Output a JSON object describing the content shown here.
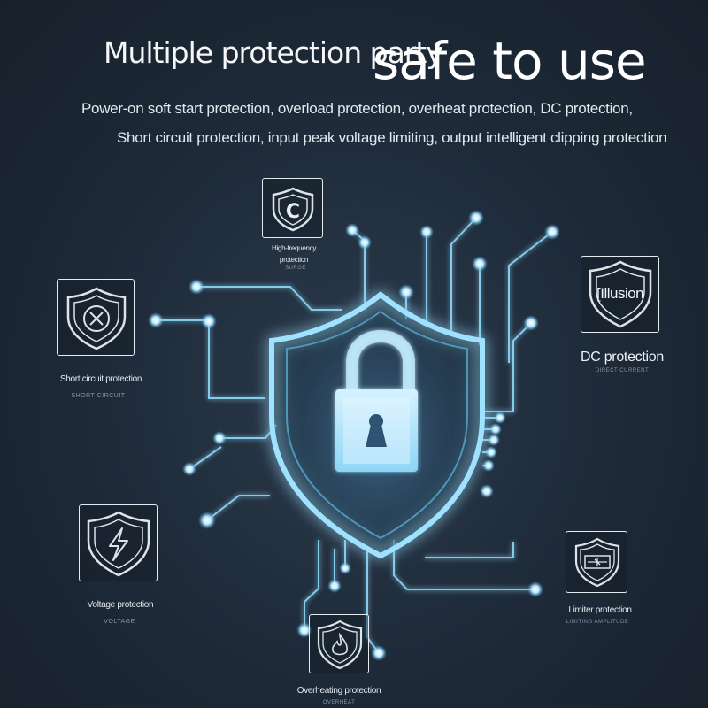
{
  "header": {
    "title": "Multiple protection party",
    "title_big": "safe to use",
    "line1": "Power-on soft start protection, overload protection, overheat protection, DC protection,",
    "line2": "Short circuit protection, input peak voltage limiting, output intelligent clipping protection"
  },
  "features": {
    "high_frequency": {
      "label": "High-frequency",
      "label2": "protection",
      "sub": "SURGE",
      "icon": "c-shield-icon"
    },
    "short_circuit": {
      "label": "Short circuit protection",
      "sub": "SHORT CIRCUIT",
      "icon": "x-circle-shield-icon"
    },
    "dc": {
      "badge_text": "[Illusion",
      "label": "DC protection",
      "sub": "DIRECT CURRENT",
      "icon": "shield-icon"
    },
    "voltage": {
      "label": "Voltage protection",
      "sub": "VOLTAGE",
      "icon": "lightning-shield-icon"
    },
    "limiter": {
      "label": "Limiter protection",
      "sub": "LIMITING AMPLITUDE",
      "icon": "limiter-shield-icon"
    },
    "overheating": {
      "label": "Overheating protection",
      "sub": "OVERHEAT",
      "icon": "flame-shield-icon"
    }
  },
  "center": {
    "icon": "padlock-shield-icon"
  },
  "colors": {
    "glow": "#7fd4ff",
    "line": "#8fdcff",
    "background": "#1d2937"
  }
}
